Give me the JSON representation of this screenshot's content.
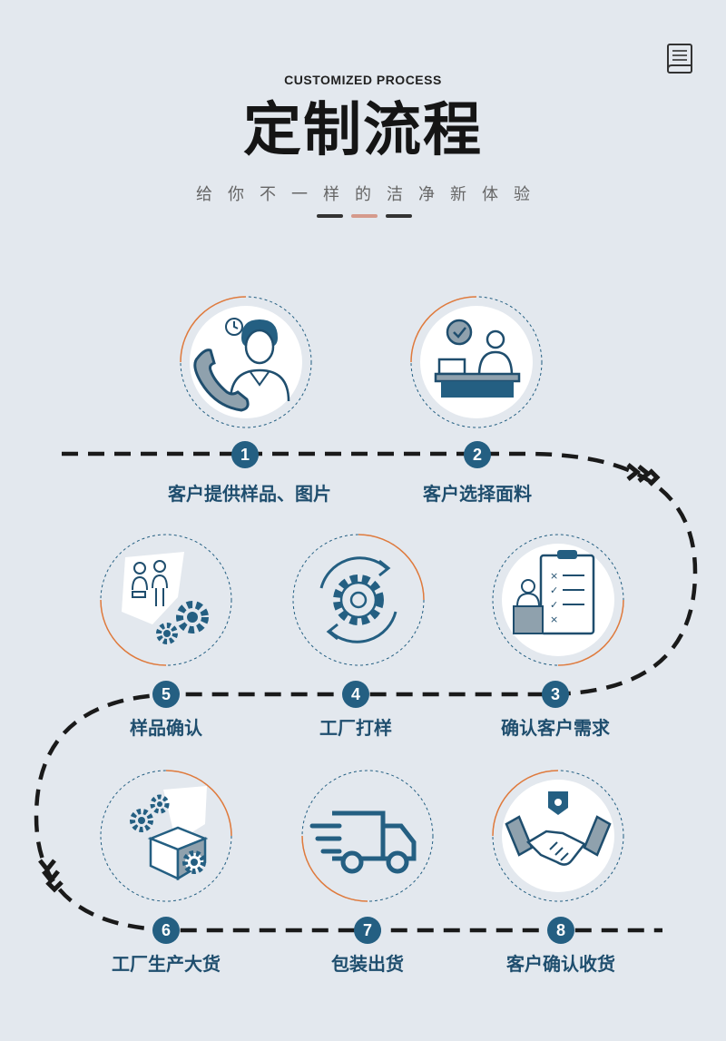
{
  "header": {
    "subtitle_en": "CUSTOMIZED PROCESS",
    "title": "定制流程",
    "tagline": "给你不一样的洁净新体验",
    "book_icon": "book-icon"
  },
  "colors": {
    "background": "#e3e8ee",
    "accent_blue": "#245f82",
    "accent_orange": "#e07a3c",
    "dash_dark": "#333333",
    "dash_pink": "#d59a8c"
  },
  "steps": [
    {
      "number": "1",
      "label": "客户提供样品、图片",
      "icon": "customer-phone-icon"
    },
    {
      "number": "2",
      "label": "客户选择面料",
      "icon": "reception-desk-icon"
    },
    {
      "number": "3",
      "label": "确认客户需求",
      "icon": "checklist-icon"
    },
    {
      "number": "4",
      "label": "工厂打样",
      "icon": "gear-cycle-icon"
    },
    {
      "number": "5",
      "label": "样品确认",
      "icon": "meeting-gears-icon"
    },
    {
      "number": "6",
      "label": "工厂生产大货",
      "icon": "box-gears-icon"
    },
    {
      "number": "7",
      "label": "包装出货",
      "icon": "delivery-truck-icon"
    },
    {
      "number": "8",
      "label": "客户确认收货",
      "icon": "handshake-icon"
    }
  ]
}
